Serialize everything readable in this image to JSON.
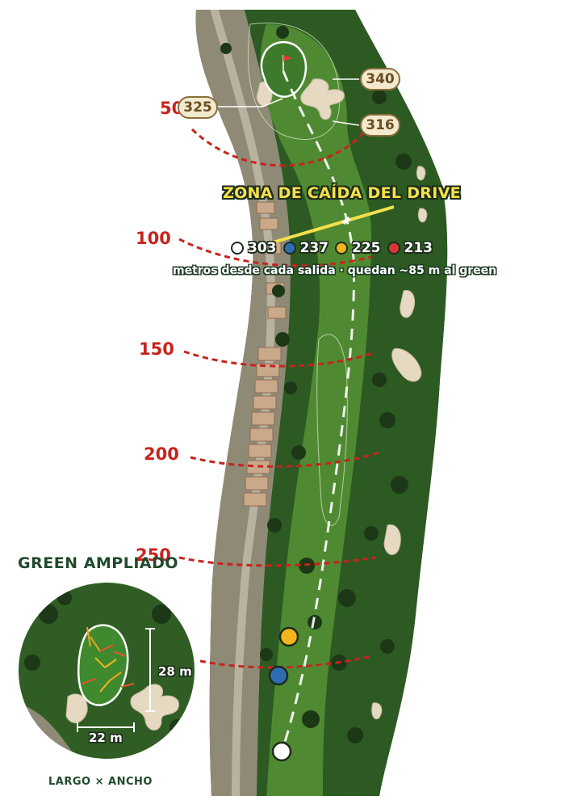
{
  "distance_markers": [
    {
      "label": "50"
    },
    {
      "label": "100"
    },
    {
      "label": "150"
    },
    {
      "label": "200"
    },
    {
      "label": "250"
    }
  ],
  "hole_labels": [
    {
      "value": "340"
    },
    {
      "value": "325"
    },
    {
      "value": "316"
    }
  ],
  "drive_zone": {
    "title": "ZONA DE CAÍDA DEL DRIVE",
    "tees": [
      {
        "color": "#ffffff",
        "value": "303"
      },
      {
        "color": "#2f6db3",
        "value": "237"
      },
      {
        "color": "#f2b61c",
        "value": "225"
      },
      {
        "color": "#d63a2f",
        "value": "213"
      }
    ],
    "note": "metros desde cada salida · quedan ~85 m al green"
  },
  "tee_markers": [
    {
      "color": "#f2b61c"
    },
    {
      "color": "#2f6db3"
    },
    {
      "color": "#ffffff"
    }
  ],
  "green_inset": {
    "title": "GREEN AMPLIADO",
    "length": "28 m",
    "width": "22 m",
    "caption": "LARGO × ANCHO"
  },
  "colors": {
    "distance_red": "#c8231d",
    "highlight_yellow": "#f4e04a",
    "dark_green": "#1f4a2c"
  }
}
